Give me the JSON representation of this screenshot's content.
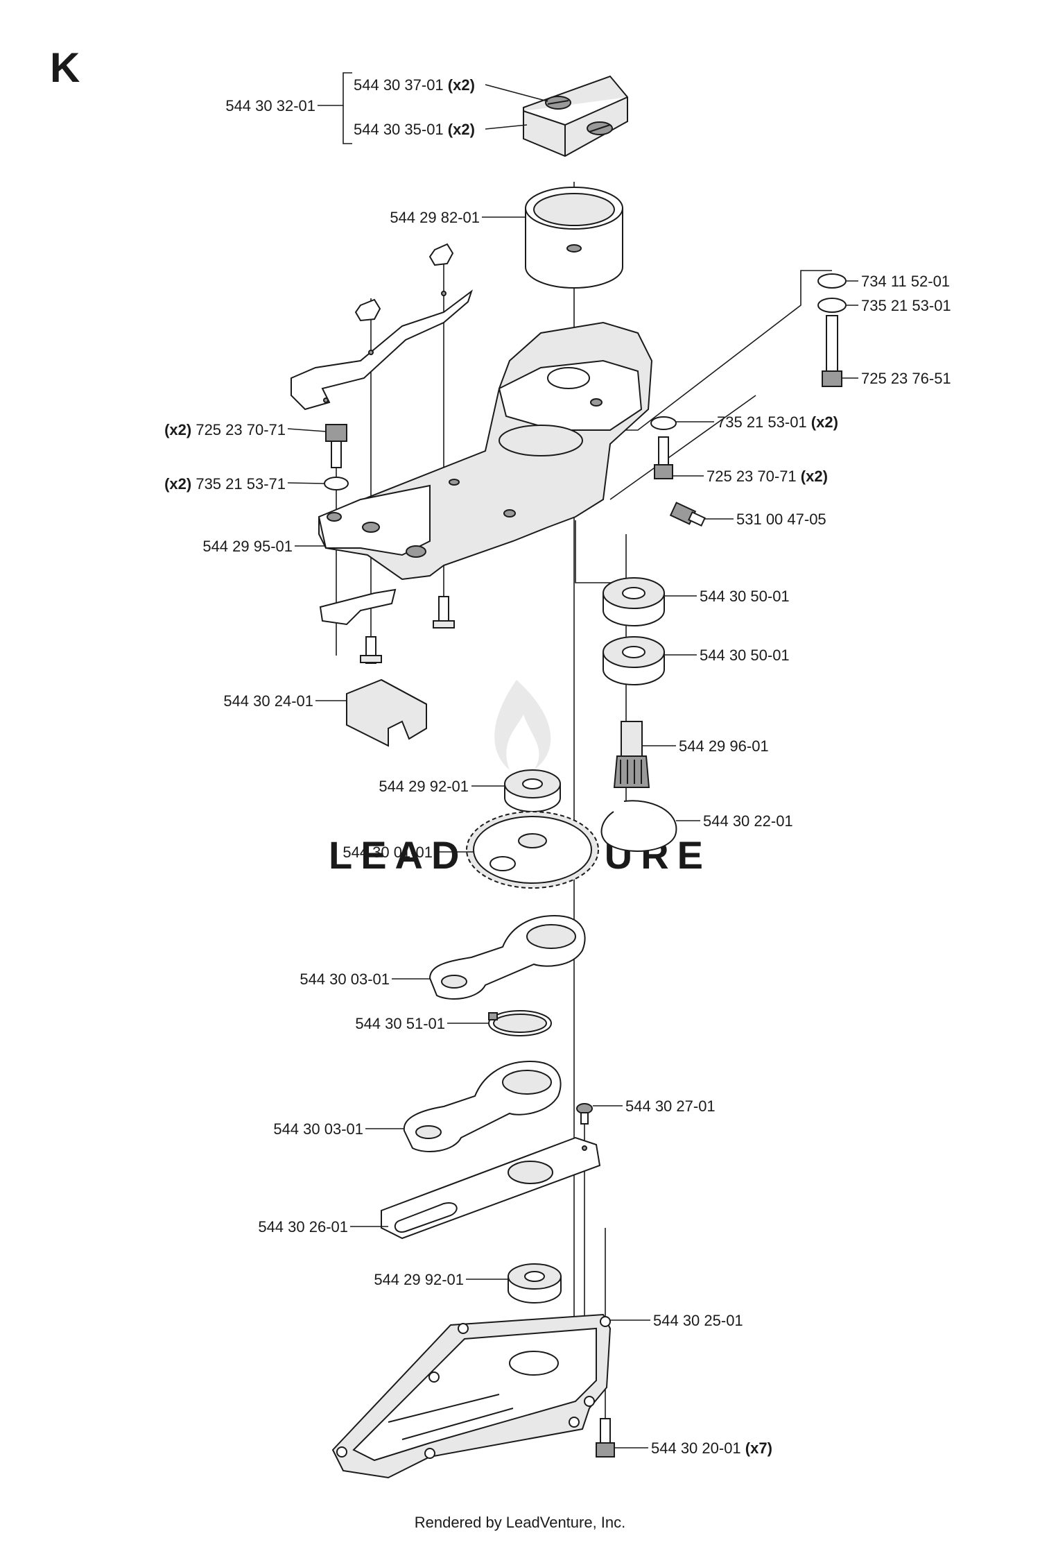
{
  "section_letter": "K",
  "watermark": "LEADVENTURE",
  "footer": "Rendered by LeadVenture, Inc.",
  "labels": {
    "clutch_assy": "544 30 32-01",
    "clutch_spring": "544 30 37-01",
    "clutch_spring_qty": "(x2)",
    "clutch_shoe": "544 30 35-01",
    "clutch_shoe_qty": "(x2)",
    "clutch_drum": "544 29 82-01",
    "washer_a": "734 11 52-01",
    "washer_b": "735 21 53-01",
    "screw_a": "725 23 76-51",
    "screw_left_qty": "(x2)",
    "screw_left": "725 23 70-71",
    "washer_left_qty": "(x2)",
    "washer_left": "735 21 53-71",
    "washer_right": "735 21 53-01",
    "washer_right_qty": "(x2)",
    "screw_right": "725 23 70-71",
    "screw_right_qty": "(x2)",
    "grease_nipple": "531 00 47-05",
    "gear_housing": "544 29 95-01",
    "bearing_upper_1": "544 30 50-01",
    "bearing_upper_2": "544 30 50-01",
    "pinion": "544 29 96-01",
    "circlip": "544 30 22-01",
    "damper": "544 30 24-01",
    "bearing_gear_top": "544 29 92-01",
    "gear_wheel": "544 30 01-01",
    "connecting_rod_1": "544 30 03-01",
    "spacer_ring": "544 30 51-01",
    "connecting_rod_2": "544 30 03-01",
    "screw_small": "544 30 27-01",
    "guide_plate": "544 30 26-01",
    "bearing_gear_bottom": "544 29 92-01",
    "cover": "544 30 25-01",
    "screw_cover": "544 30 20-01",
    "screw_cover_qty": "(x7)"
  }
}
